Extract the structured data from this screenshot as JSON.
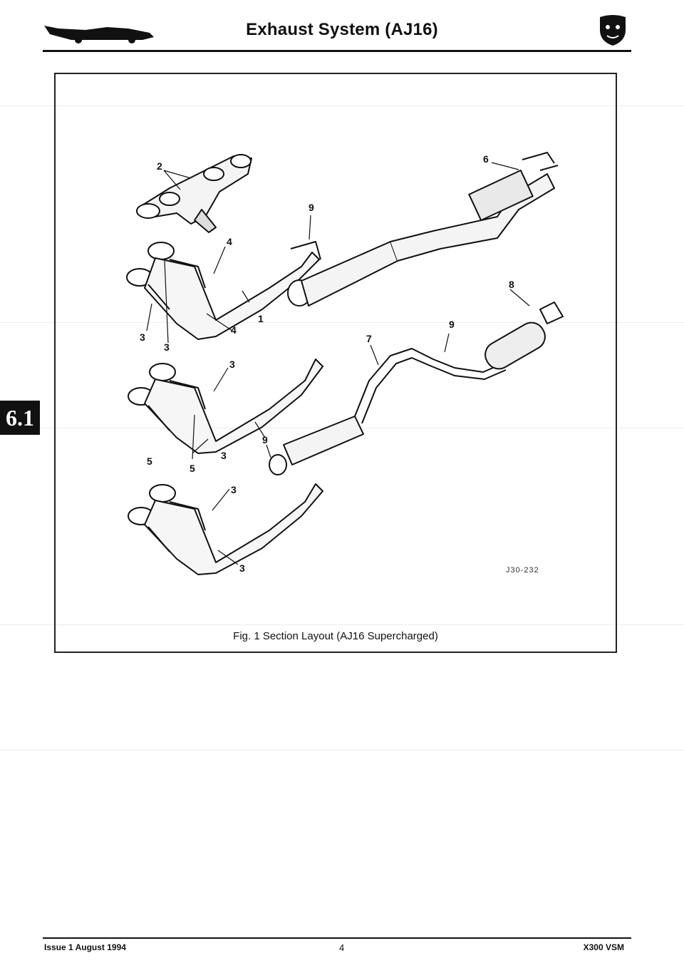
{
  "header": {
    "title": "Exhaust System (AJ16)"
  },
  "section_tab": "6.1",
  "figure": {
    "ref_code": "J30-232",
    "caption": "Fig. 1  Section Layout (AJ16 Supercharged)",
    "callouts": {
      "c2": "2",
      "c6": "6",
      "c9a": "9",
      "c4a": "4",
      "c8": "8",
      "c1": "1",
      "c4b": "4",
      "c3a": "3",
      "c3b": "3",
      "c9b": "9",
      "c7": "7",
      "c3c": "3",
      "c9c": "9",
      "c3d": "3",
      "c5a": "5",
      "c5b": "5",
      "c3e": "3",
      "c3f": "3"
    }
  },
  "footer": {
    "issue": "Issue 1 August 1994",
    "page": "4",
    "manual": "X300 VSM"
  }
}
